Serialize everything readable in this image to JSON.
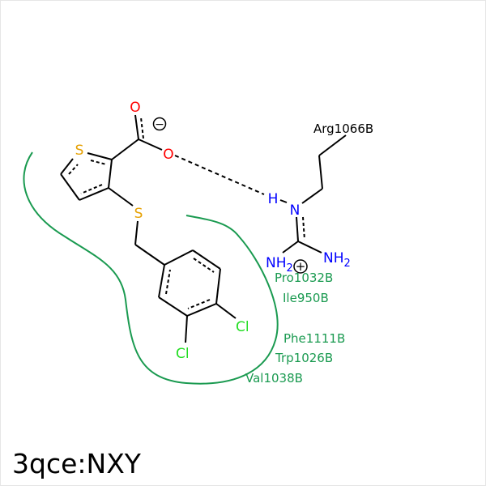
{
  "title": "3qce:NXY",
  "colors": {
    "bond": "#000000",
    "oxygen": "#ff0000",
    "sulfur": "#e6a000",
    "nitrogen": "#0000ff",
    "chlorine": "#22dd22",
    "hydrophobic": "#1a9a50"
  },
  "atoms": {
    "o_top": "O",
    "o_side": "O",
    "s_ring": "S",
    "s_link": "S",
    "cl_1": "Cl",
    "cl_2": "Cl",
    "n_arg": "N",
    "h_arg": "H",
    "nh2_left": "NH",
    "nh2_left_sub": "2",
    "nh2_right": "NH",
    "nh2_right_sub": "2"
  },
  "charges": {
    "negative_symbol": "−",
    "positive_symbol": "+"
  },
  "residues": {
    "arg": "Arg1066B",
    "pro": "Pro1032B",
    "ile": "Ile950B",
    "phe": "Phe1111B",
    "trp": "Trp1026B",
    "val": "Val1038B"
  }
}
